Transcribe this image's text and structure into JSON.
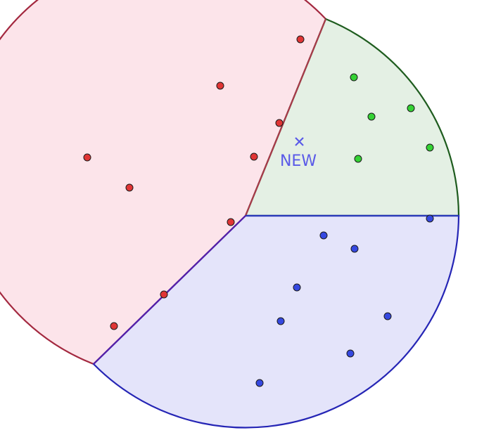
{
  "new_point": {
    "label": "NEW",
    "marker": "cross",
    "color": "#5a5ae8"
  },
  "regions": [
    {
      "name": "red",
      "fill": "#fce4ea",
      "stroke": "#a3283f",
      "point_fill": "#e03535"
    },
    {
      "name": "green",
      "fill": "#e4f0e4",
      "stroke": "#1e5c1e",
      "point_fill": "#34d234"
    },
    {
      "name": "blue",
      "fill": "#e4e4fa",
      "stroke": "#2525b5",
      "point_fill": "#3548e0"
    }
  ],
  "divider_colors": {
    "red_green": "#a83a4a",
    "green_blue": "#2a3ab8",
    "red_blue": "#5520a8"
  }
}
